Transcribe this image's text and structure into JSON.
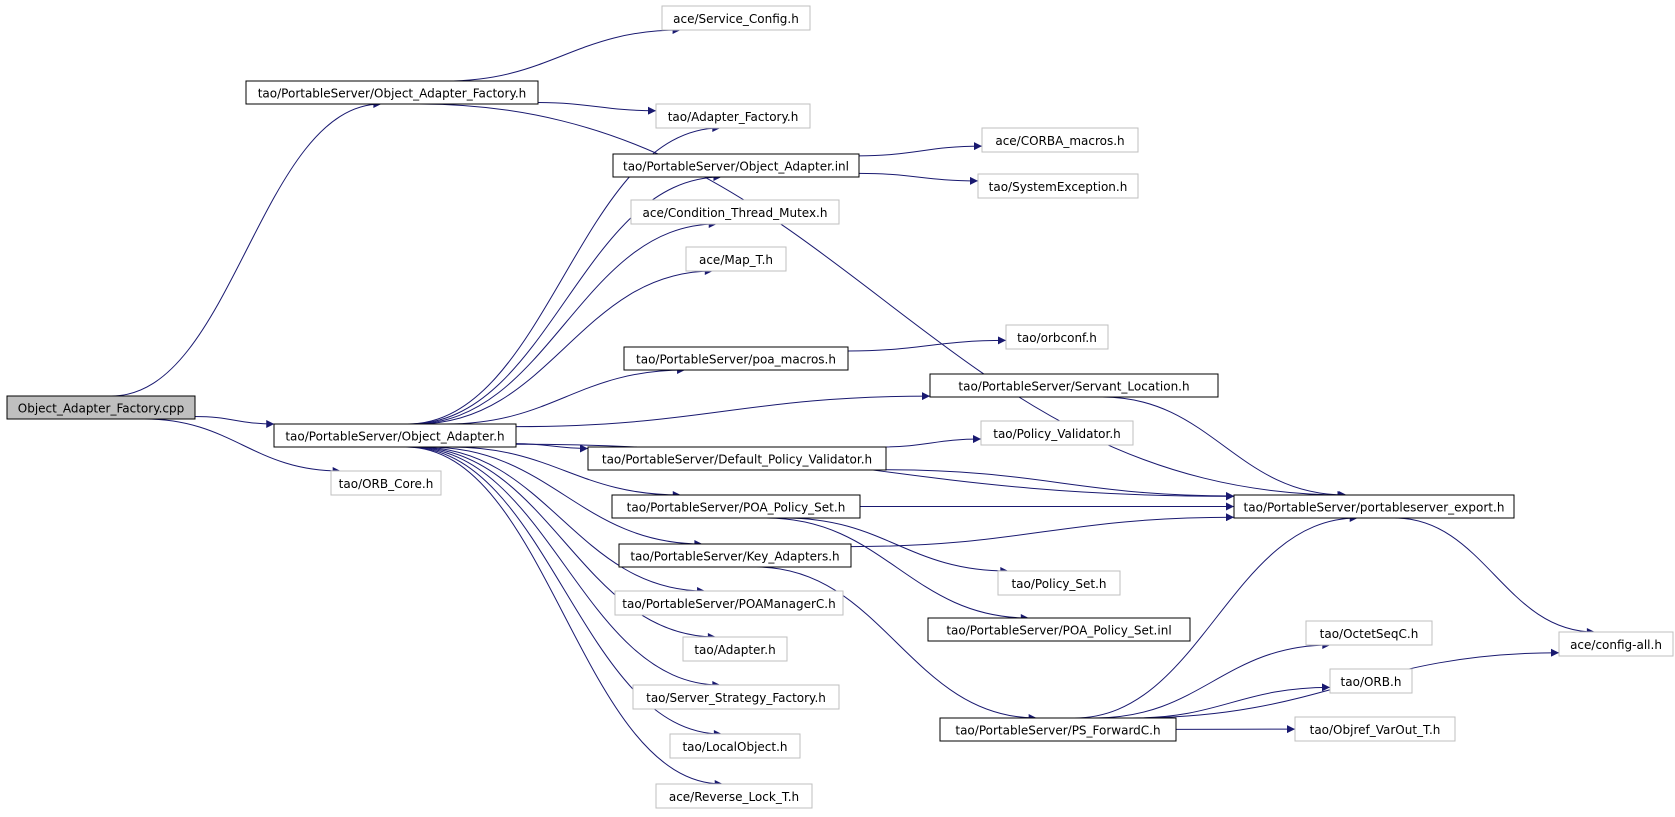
{
  "diagram": {
    "title": "",
    "colors": {
      "edge": "#191970",
      "root_fill": "#bfbfbf",
      "documented_border": "#000000",
      "undocumented_border": "#bfbfbf"
    },
    "nodes": [
      {
        "id": "n_root",
        "label": "Object_Adapter_Factory.cpp",
        "kind": "root"
      },
      {
        "id": "n_oafh",
        "label": "tao/PortableServer/Object_Adapter_Factory.h",
        "kind": "doc"
      },
      {
        "id": "n_svc",
        "label": "ace/Service_Config.h",
        "kind": "ext"
      },
      {
        "id": "n_adf",
        "label": "tao/Adapter_Factory.h",
        "kind": "ext"
      },
      {
        "id": "n_oainl",
        "label": "tao/PortableServer/Object_Adapter.inl",
        "kind": "doc"
      },
      {
        "id": "n_corba",
        "label": "ace/CORBA_macros.h",
        "kind": "ext"
      },
      {
        "id": "n_sysex",
        "label": "tao/SystemException.h",
        "kind": "ext"
      },
      {
        "id": "n_ctm",
        "label": "ace/Condition_Thread_Mutex.h",
        "kind": "ext"
      },
      {
        "id": "n_mapt",
        "label": "ace/Map_T.h",
        "kind": "ext"
      },
      {
        "id": "n_poam",
        "label": "tao/PortableServer/poa_macros.h",
        "kind": "doc"
      },
      {
        "id": "n_orbc",
        "label": "tao/orbconf.h",
        "kind": "ext"
      },
      {
        "id": "n_servl",
        "label": "tao/PortableServer/Servant_Location.h",
        "kind": "doc"
      },
      {
        "id": "n_oah",
        "label": "tao/PortableServer/Object_Adapter.h",
        "kind": "doc"
      },
      {
        "id": "n_orbcore",
        "label": "tao/ORB_Core.h",
        "kind": "ext"
      },
      {
        "id": "n_dpv",
        "label": "tao/PortableServer/Default_Policy_Validator.h",
        "kind": "doc"
      },
      {
        "id": "n_pv",
        "label": "tao/Policy_Validator.h",
        "kind": "ext"
      },
      {
        "id": "n_pps",
        "label": "tao/PortableServer/POA_Policy_Set.h",
        "kind": "doc"
      },
      {
        "id": "n_pse",
        "label": "tao/PortableServer/portableserver_export.h",
        "kind": "doc"
      },
      {
        "id": "n_ka",
        "label": "tao/PortableServer/Key_Adapters.h",
        "kind": "doc"
      },
      {
        "id": "n_ps",
        "label": "tao/Policy_Set.h",
        "kind": "ext"
      },
      {
        "id": "n_poamc",
        "label": "tao/PortableServer/POAManagerC.h",
        "kind": "ext"
      },
      {
        "id": "n_ppsinl",
        "label": "tao/PortableServer/POA_Policy_Set.inl",
        "kind": "doc"
      },
      {
        "id": "n_adp",
        "label": "tao/Adapter.h",
        "kind": "ext"
      },
      {
        "id": "n_octet",
        "label": "tao/OctetSeqC.h",
        "kind": "ext"
      },
      {
        "id": "n_cfg",
        "label": "ace/config-all.h",
        "kind": "ext"
      },
      {
        "id": "n_ssf",
        "label": "tao/Server_Strategy_Factory.h",
        "kind": "ext"
      },
      {
        "id": "n_orb",
        "label": "tao/ORB.h",
        "kind": "ext"
      },
      {
        "id": "n_psfc",
        "label": "tao/PortableServer/PS_ForwardC.h",
        "kind": "doc"
      },
      {
        "id": "n_objv",
        "label": "tao/Objref_VarOut_T.h",
        "kind": "ext"
      },
      {
        "id": "n_lo",
        "label": "tao/LocalObject.h",
        "kind": "ext"
      },
      {
        "id": "n_rlt",
        "label": "ace/Reverse_Lock_T.h",
        "kind": "ext"
      }
    ],
    "edges": [
      [
        "n_root",
        "n_oafh"
      ],
      [
        "n_root",
        "n_oah"
      ],
      [
        "n_root",
        "n_orbcore"
      ],
      [
        "n_oafh",
        "n_svc"
      ],
      [
        "n_oafh",
        "n_adf"
      ],
      [
        "n_oafh",
        "n_pse"
      ],
      [
        "n_oah",
        "n_adf"
      ],
      [
        "n_oah",
        "n_oainl"
      ],
      [
        "n_oah",
        "n_ctm"
      ],
      [
        "n_oah",
        "n_mapt"
      ],
      [
        "n_oah",
        "n_pse"
      ],
      [
        "n_oah",
        "n_poam"
      ],
      [
        "n_oah",
        "n_servl"
      ],
      [
        "n_oah",
        "n_dpv"
      ],
      [
        "n_oah",
        "n_pps"
      ],
      [
        "n_oah",
        "n_ka"
      ],
      [
        "n_oah",
        "n_poamc"
      ],
      [
        "n_oah",
        "n_adp"
      ],
      [
        "n_oah",
        "n_ssf"
      ],
      [
        "n_oah",
        "n_lo"
      ],
      [
        "n_oah",
        "n_rlt"
      ],
      [
        "n_oainl",
        "n_corba"
      ],
      [
        "n_oainl",
        "n_sysex"
      ],
      [
        "n_poam",
        "n_orbc"
      ],
      [
        "n_servl",
        "n_pse"
      ],
      [
        "n_dpv",
        "n_pv"
      ],
      [
        "n_dpv",
        "n_pse"
      ],
      [
        "n_pps",
        "n_pse"
      ],
      [
        "n_pps",
        "n_ps"
      ],
      [
        "n_pps",
        "n_ppsinl"
      ],
      [
        "n_ka",
        "n_pse"
      ],
      [
        "n_ka",
        "n_psfc"
      ],
      [
        "n_pse",
        "n_cfg"
      ],
      [
        "n_psfc",
        "n_pse"
      ],
      [
        "n_psfc",
        "n_octet"
      ],
      [
        "n_psfc",
        "n_orb"
      ],
      [
        "n_psfc",
        "n_objv"
      ],
      [
        "n_psfc",
        "n_cfg"
      ]
    ]
  }
}
